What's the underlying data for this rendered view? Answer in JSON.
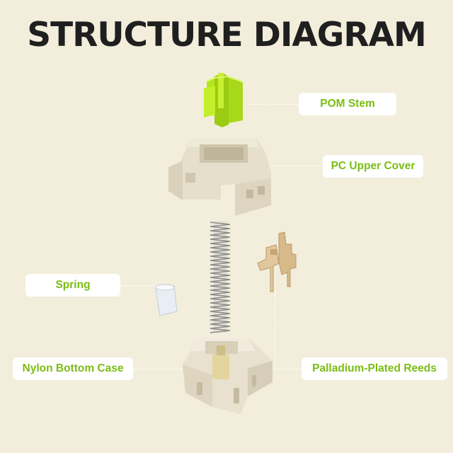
{
  "title": "STRUCTURE DIAGRAM",
  "labels": {
    "stem": "POM Stem",
    "upper_cover": "PC Upper Cover",
    "spring": "Spring",
    "bottom_case": "Nylon Bottom Case",
    "reeds": "Palladium-Plated Reeds"
  },
  "colors": {
    "background": "#f2eedb",
    "label_text": "#7bbd14",
    "stem": "#b5e61d",
    "housing": "#e8e1cf",
    "reeds": "#d8b98a"
  }
}
